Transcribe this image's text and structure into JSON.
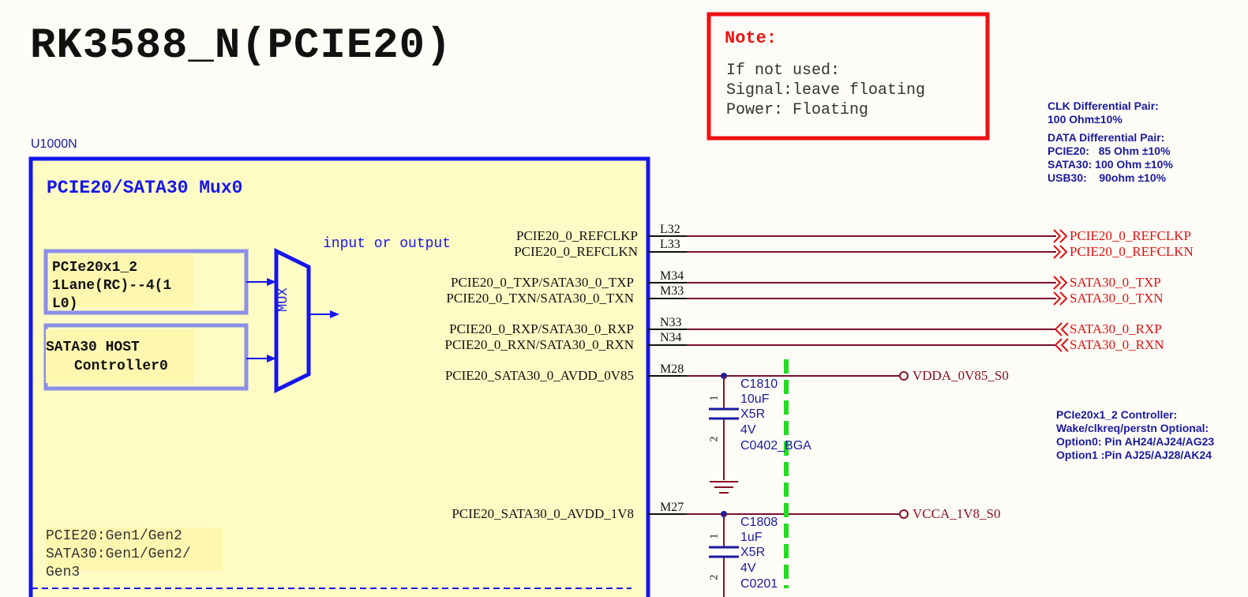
{
  "title": "RK3588_N(PCIE20)",
  "note": {
    "heading": "Note:",
    "lines": [
      "If not used:",
      "Signal:leave floating",
      "Power: Floating"
    ]
  },
  "impedance_notes": [
    "CLK Differential Pair:",
    "100 Ohm±10%",
    "DATA Differential Pair:",
    "PCIE20:   85 Ohm ±10%",
    "SATA30: 100 Ohm ±10%",
    "USB30:    90ohm ±10%"
  ],
  "controller_notes": [
    "PCIe20x1_2 Controller:",
    "Wake/clkreq/perstn Optional:",
    "Option0: Pin AH24/AJ24/AG23",
    "Option1 :Pin AJ25/AJ28/AK24"
  ],
  "component": {
    "designator": "U1000N",
    "block_title": "PCIE20/SATA30 Mux0",
    "pcie_box": [
      "PCIe20x1_2",
      "1Lane(RC)--4(1",
      "L0)"
    ],
    "sata_box": [
      "SATA30 HOST",
      "Controller0"
    ],
    "mux_label": "MUX",
    "mux_note": "input or output",
    "gen_note": [
      "PCIE20:Gen1/Gen2",
      "SATA30:Gen1/Gen2/",
      "Gen3"
    ]
  },
  "pins": [
    {
      "name": "PCIE20_0_REFCLKP",
      "num": "L32",
      "net": "PCIE20_0_REFCLKP",
      "dir": "out"
    },
    {
      "name": "PCIE20_0_REFCLKN",
      "num": "L33",
      "net": "PCIE20_0_REFCLKN",
      "dir": "out"
    },
    {
      "name": "PCIE20_0_TXP/SATA30_0_TXP",
      "num": "M34",
      "net": "SATA30_0_TXP",
      "dir": "out"
    },
    {
      "name": "PCIE20_0_TXN/SATA30_0_TXN",
      "num": "M33",
      "net": "SATA30_0_TXN",
      "dir": "out"
    },
    {
      "name": "PCIE20_0_RXP/SATA30_0_RXP",
      "num": "N33",
      "net": "SATA30_0_RXP",
      "dir": "in"
    },
    {
      "name": "PCIE20_0_RXN/SATA30_0_RXN",
      "num": "N34",
      "net": "SATA30_0_RXN",
      "dir": "in"
    }
  ],
  "power_pins": [
    {
      "name": "PCIE20_SATA30_0_AVDD_0V85",
      "num": "M28",
      "net": "VDDA_0V85_S0",
      "cap": {
        "ref": "C1810",
        "value": "10uF",
        "dielectric": "X5R",
        "voltage": "4V",
        "package": "C0402_BGA",
        "pin1": "1",
        "pin2": "2"
      }
    },
    {
      "name": "PCIE20_SATA30_0_AVDD_1V8",
      "num": "M27",
      "net": "VCCA_1V8_S0",
      "cap": {
        "ref": "C1808",
        "value": "1uF",
        "dielectric": "X5R",
        "voltage": "4V",
        "package": "C0201",
        "pin1": "1",
        "pin2": "2"
      }
    }
  ],
  "colors": {
    "component_outline": "#1515ee",
    "component_fill": "#fefbc4",
    "note_border": "#ee1111",
    "wire": "#7a1030",
    "net_label": "#e01010",
    "cap_text": "#1a1aa0",
    "keepout": "#22dd22"
  }
}
